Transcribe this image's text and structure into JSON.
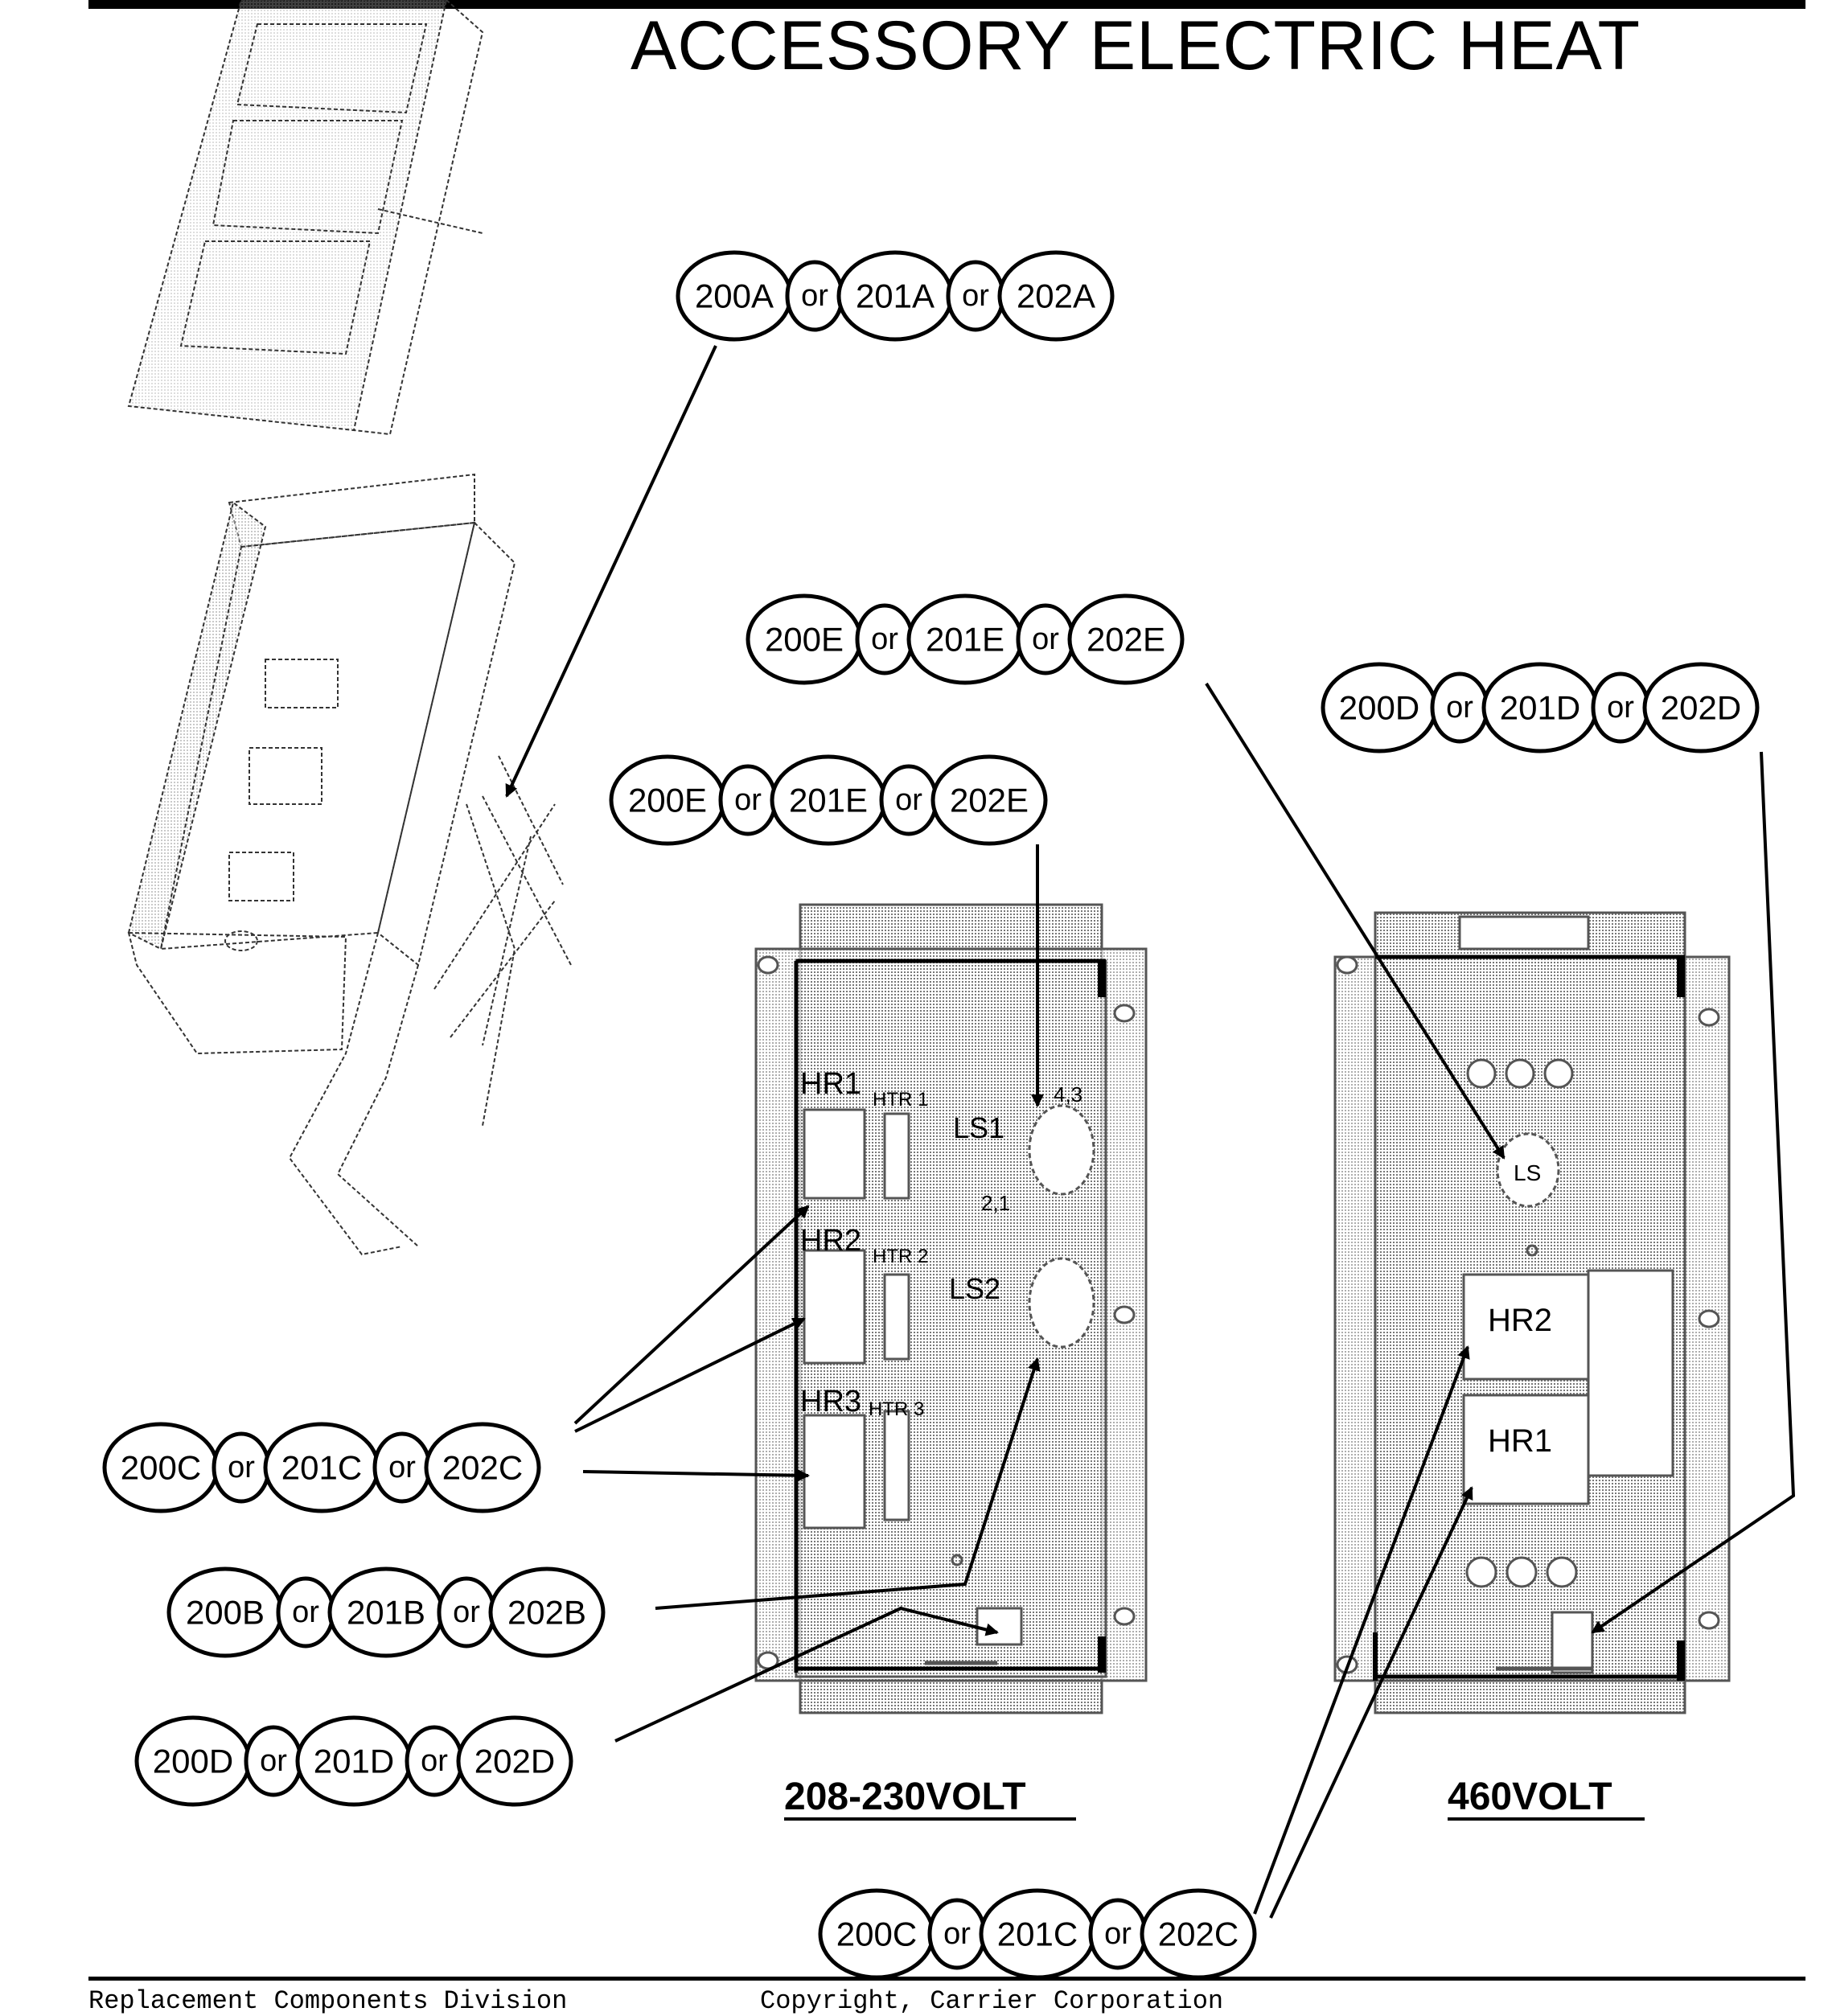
{
  "title": "ACCESSORY ELECTRIC HEAT",
  "footer": {
    "left": "Replacement Components Division",
    "right": "Copyright, Carrier Corporation"
  },
  "captions": {
    "left_panel": "208-230VOLT",
    "right_panel": "460VOLT"
  },
  "component_labels": {
    "hr1": "HR1",
    "hr2": "HR2",
    "hr3": "HR3",
    "htr1": "HTR 1",
    "htr2": "HTR 2",
    "htr3": "HTR 3",
    "ls1": "LS1",
    "ls2": "LS2",
    "ls": "LS",
    "ls1_top_terms": "4,3",
    "ls1_bottom_terms": "2,1",
    "r_hr2": "HR2",
    "r_hr1": "HR1"
  },
  "callouts": {
    "or": "or",
    "a": [
      "200A",
      "201A",
      "202A"
    ],
    "e_upper": [
      "200E",
      "201E",
      "202E"
    ],
    "e_left": [
      "200E",
      "201E",
      "202E"
    ],
    "d_right": [
      "200D",
      "201D",
      "202D"
    ],
    "c_left": [
      "200C",
      "201C",
      "202C"
    ],
    "b": [
      "200B",
      "201B",
      "202B"
    ],
    "d_left": [
      "200D",
      "201D",
      "202D"
    ],
    "c_bottom": [
      "200C",
      "201C",
      "202C"
    ]
  }
}
